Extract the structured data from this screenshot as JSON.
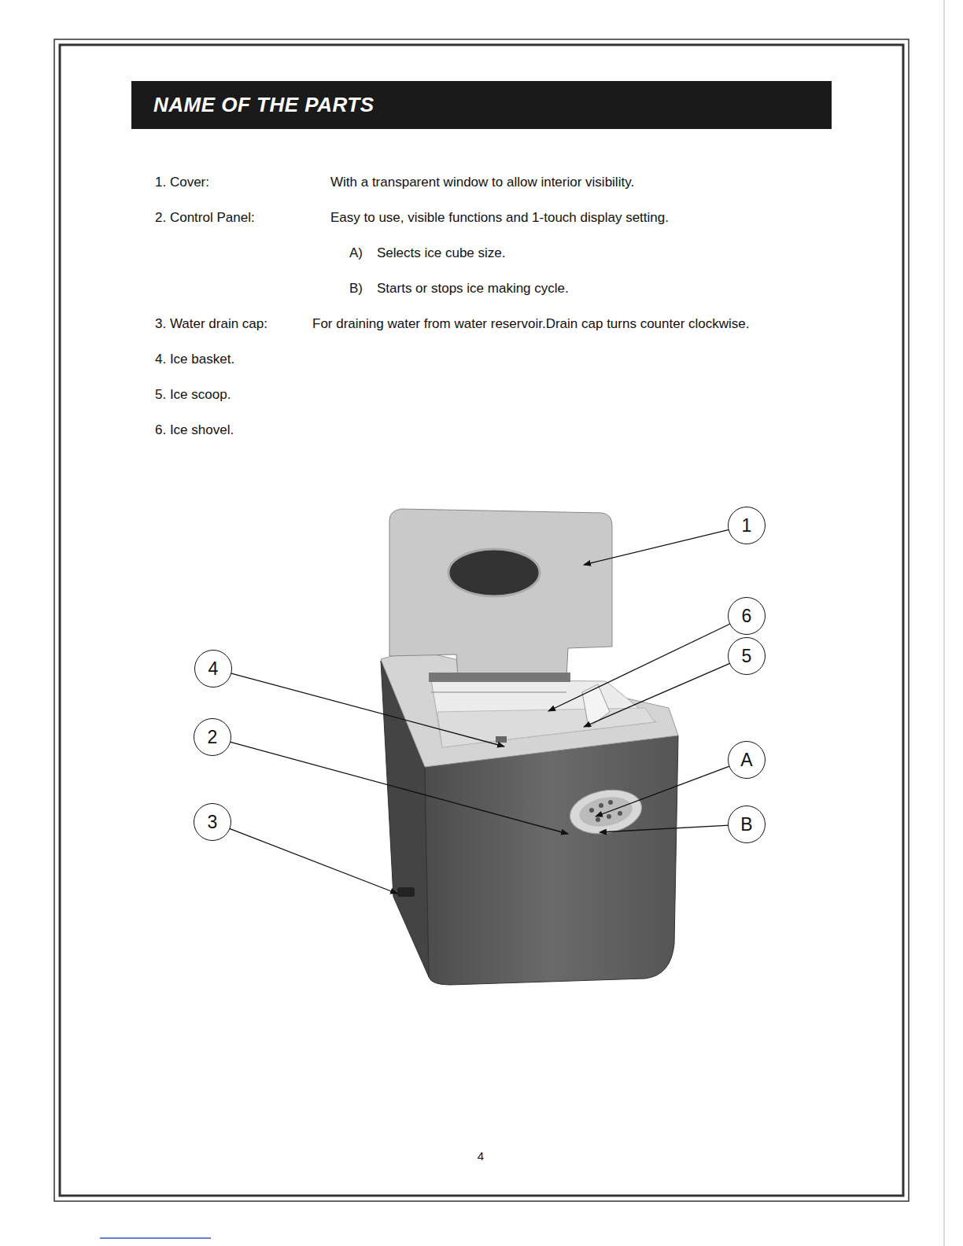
{
  "diagram": {
    "title": "NAME OF THE PARTS",
    "nodes": [
      {
        "text": [
          "1"
        ]
      },
      {
        "text": [
          "6"
        ]
      },
      {
        "text": [
          "4"
        ]
      },
      {
        "text": [
          "5"
        ]
      },
      {
        "text": [
          "2"
        ]
      },
      {
        "text": [
          "A"
        ]
      },
      {
        "text": [
          "3"
        ]
      },
      {
        "text": [
          "B"
        ]
      }
    ],
    "labels": [
      "1. Cover:",
      "With a transparent window to allow interior visibility.",
      "2. Control Panel:",
      "Easy to use, visible functions and 1-touch display setting.",
      "A)",
      "Selects ice cube size.",
      "B)",
      "Starts or stops ice making cycle.",
      "3. Water drain cap:",
      "For draining water from water reservoir.Drain cap turns counter clockwise.",
      "4. Ice basket.",
      "5. Ice scoop.",
      "6. Ice shovel.",
      "4"
    ]
  }
}
